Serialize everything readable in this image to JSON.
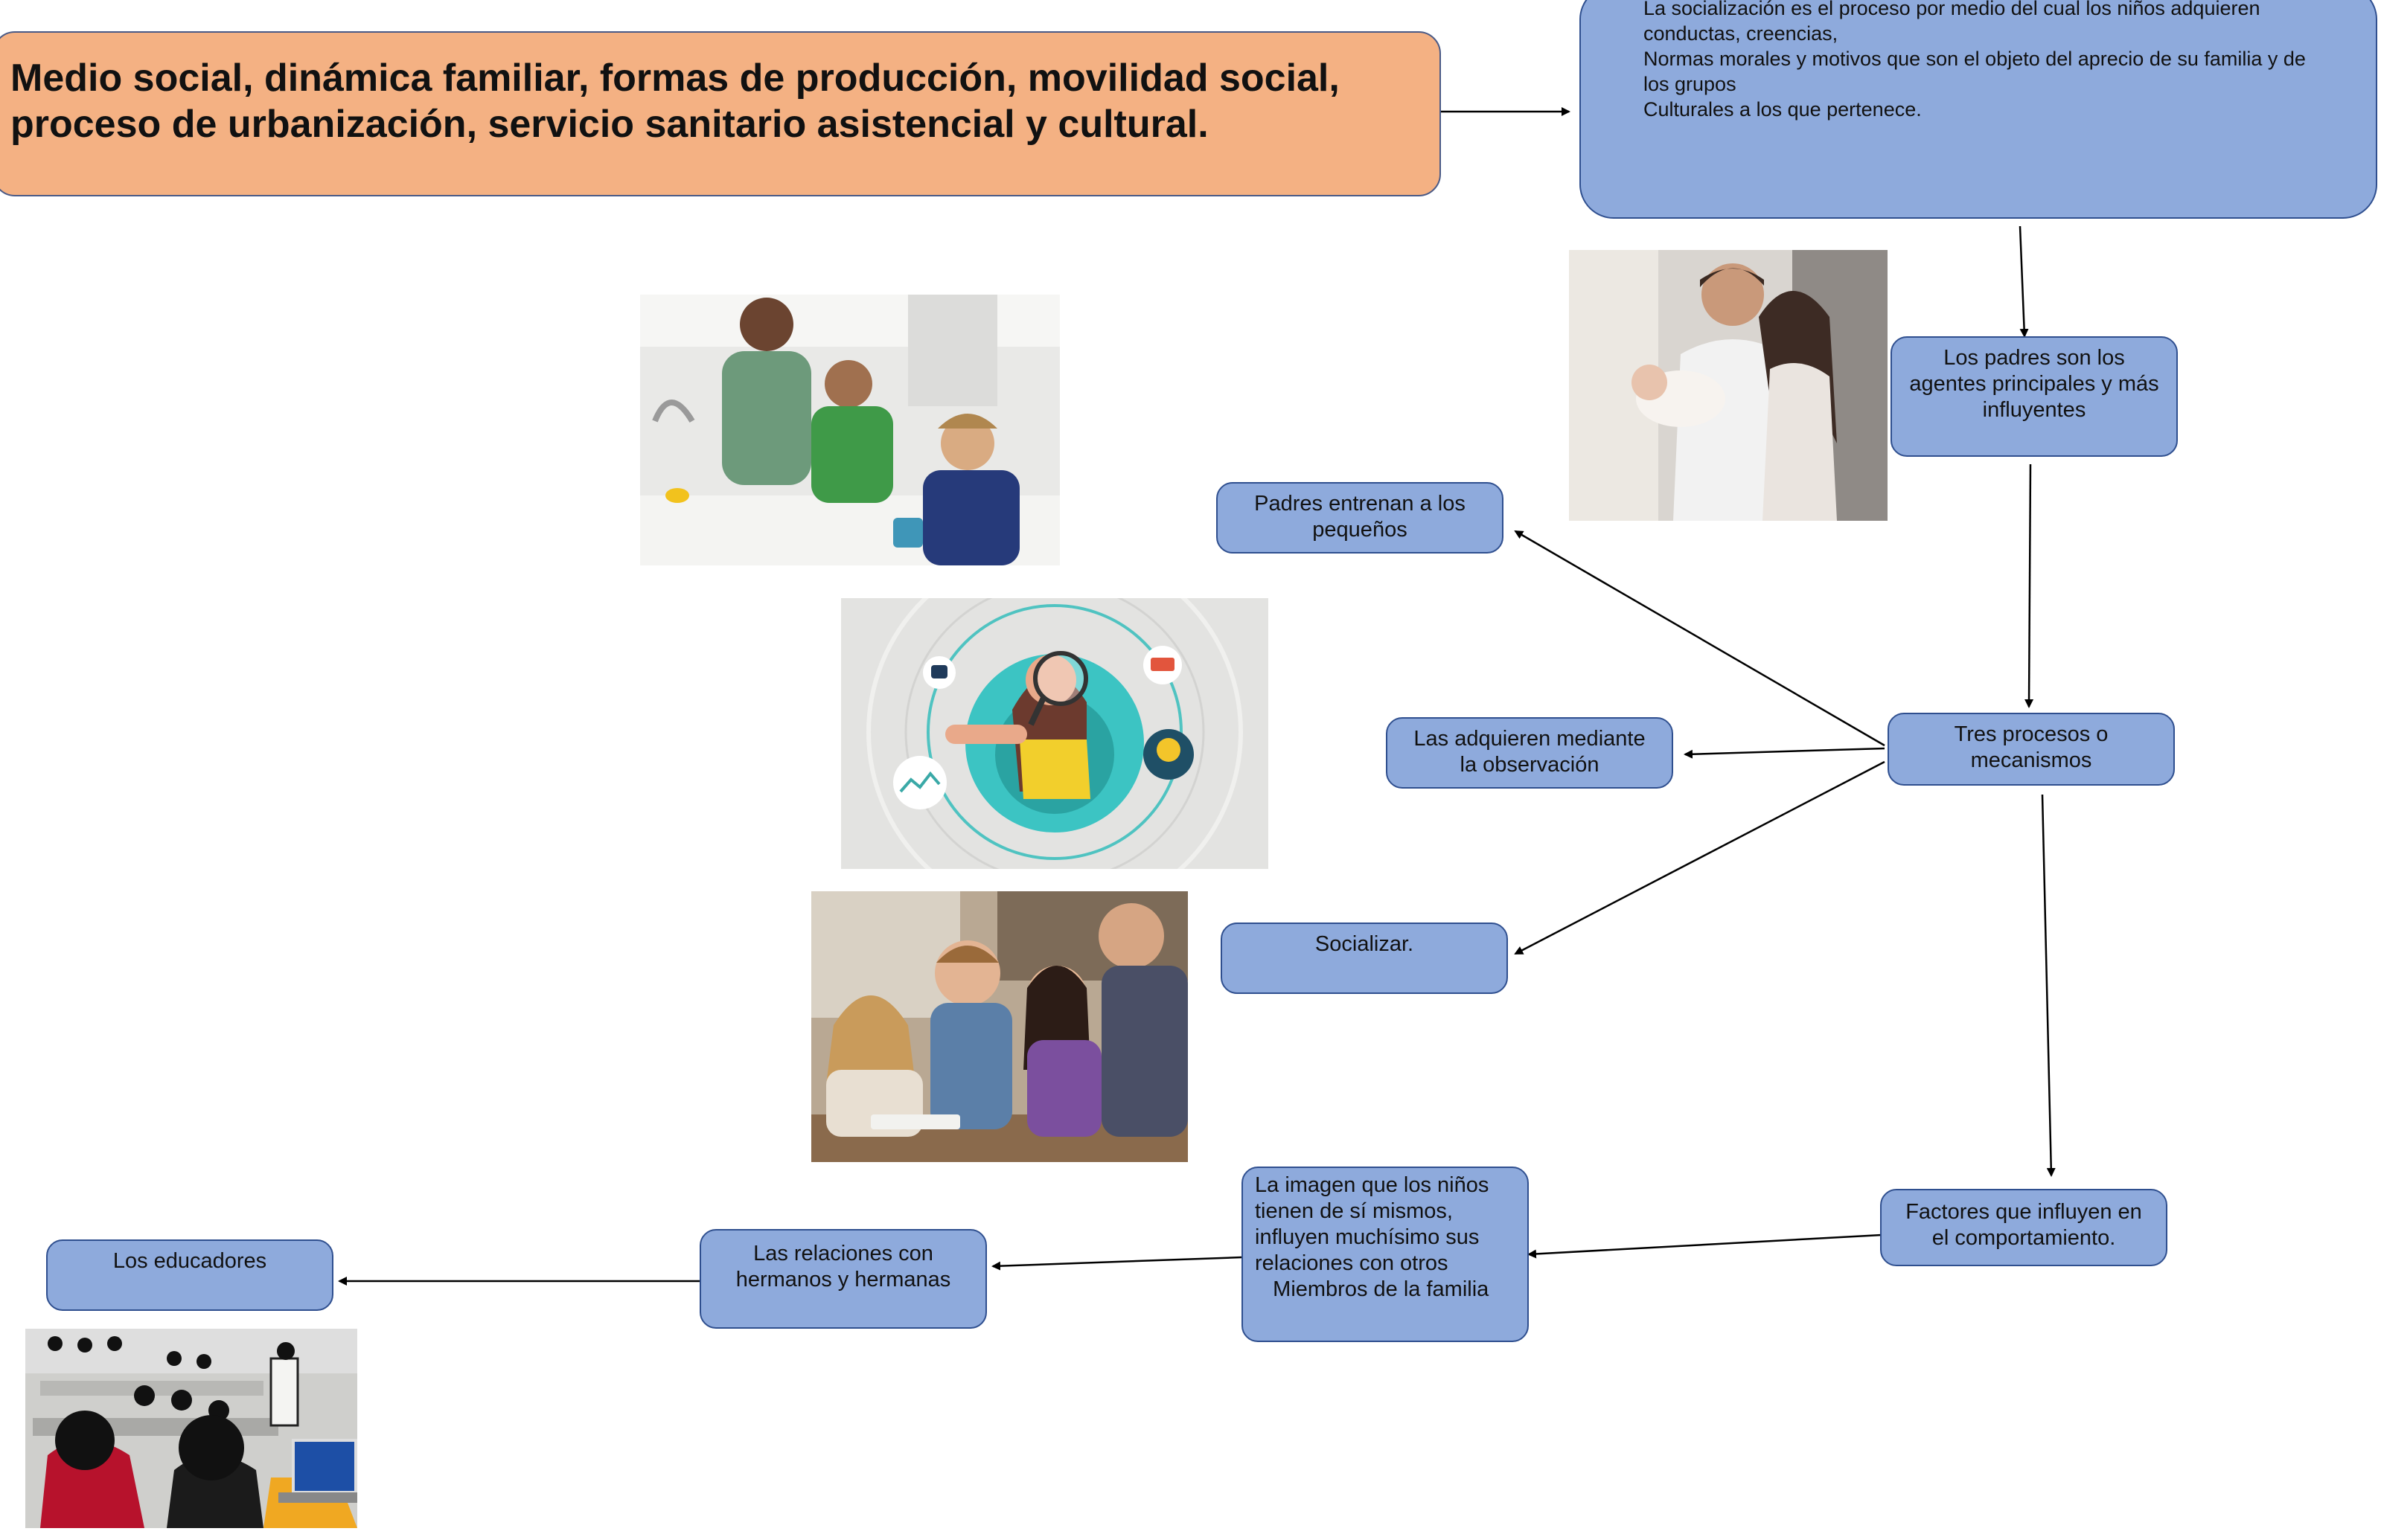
{
  "title": "Medio social, dinámica familiar, formas de producción, movilidad social, proceso de urbanización, servicio sanitario asistencial y cultural.",
  "definition": {
    "lines": [
      "La socialización es el proceso por medio del cual los niños adquieren",
      "conductas, creencias,",
      "Normas morales y motivos que son el objeto del aprecio de su familia y de",
      "los grupos",
      "Culturales a los que pertenece."
    ]
  },
  "nodes": {
    "padres_agentes": [
      "Los padres son los",
      "agentes principales y más",
      "influyentes"
    ],
    "tres_procesos": [
      "Tres procesos o",
      "mecanismos"
    ],
    "padres_entrenan": [
      "Padres entrenan a los",
      "pequeños"
    ],
    "observacion": [
      "Las adquieren mediante",
      "la observación"
    ],
    "socializar": [
      "Socializar."
    ],
    "factores": [
      "Factores que influyen en",
      "el comportamiento."
    ],
    "imagen": [
      "La imagen que los niños",
      "tienen de sí mismos,",
      "influyen muchísimo sus",
      "relaciones con otros",
      "   Miembros de la familia"
    ],
    "hermanos": [
      "Las relaciones con",
      "hermanos y hermanas"
    ],
    "educadores": [
      "Los educadores"
    ]
  },
  "colors": {
    "node_fill": "#8eaadc",
    "node_border": "#2f4f8f",
    "title_fill": "#f4b183",
    "arrow": "#000000"
  }
}
